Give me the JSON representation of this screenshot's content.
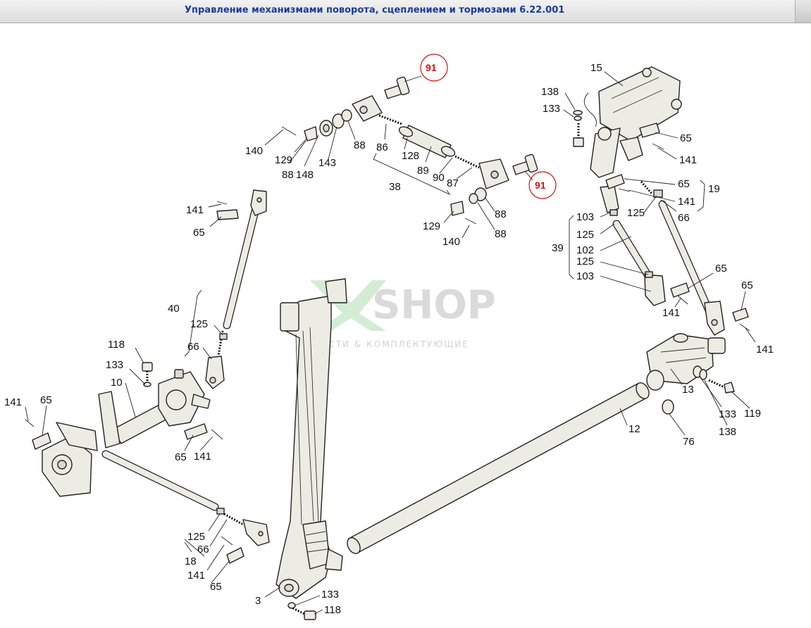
{
  "window": {
    "title": "Управление механизмами поворота, сцеплением и тормозами 6.22.001"
  },
  "watermark": {
    "brand": "SHOP",
    "tagline": "ЧАСТИ & КОМПЛЕКТУЮЩИЕ"
  },
  "callouts": [
    {
      "id": "c91a",
      "text": "91",
      "highlight": true
    },
    {
      "id": "c91b",
      "text": "91",
      "highlight": true
    },
    {
      "id": "c15",
      "text": "15"
    },
    {
      "id": "c138a",
      "text": "138"
    },
    {
      "id": "c133a",
      "text": "133"
    },
    {
      "id": "c65a",
      "text": "65"
    },
    {
      "id": "c141a",
      "text": "141"
    },
    {
      "id": "c65b",
      "text": "65"
    },
    {
      "id": "c141b",
      "text": "141"
    },
    {
      "id": "c141c",
      "text": "141"
    },
    {
      "id": "c19",
      "text": "19"
    },
    {
      "id": "c125a",
      "text": "125"
    },
    {
      "id": "c66a",
      "text": "66"
    },
    {
      "id": "c103a",
      "text": "103"
    },
    {
      "id": "c125b",
      "text": "125"
    },
    {
      "id": "c39",
      "text": "39"
    },
    {
      "id": "c102",
      "text": "102"
    },
    {
      "id": "c125c",
      "text": "125"
    },
    {
      "id": "c103b",
      "text": "103"
    },
    {
      "id": "c65c",
      "text": "65"
    },
    {
      "id": "c141d",
      "text": "141"
    },
    {
      "id": "c65d",
      "text": "65"
    },
    {
      "id": "c141e",
      "text": "141"
    },
    {
      "id": "c140a",
      "text": "140"
    },
    {
      "id": "c129a",
      "text": "129"
    },
    {
      "id": "c88a",
      "text": "88"
    },
    {
      "id": "c148",
      "text": "148"
    },
    {
      "id": "c143",
      "text": "143"
    },
    {
      "id": "c88b",
      "text": "88"
    },
    {
      "id": "c86",
      "text": "86"
    },
    {
      "id": "c128",
      "text": "128"
    },
    {
      "id": "c89",
      "text": "89"
    },
    {
      "id": "c90",
      "text": "90"
    },
    {
      "id": "c87",
      "text": "87"
    },
    {
      "id": "c38",
      "text": "38"
    },
    {
      "id": "c88c",
      "text": "88"
    },
    {
      "id": "c129b",
      "text": "129"
    },
    {
      "id": "c88d",
      "text": "88"
    },
    {
      "id": "c140b",
      "text": "140"
    },
    {
      "id": "c141f",
      "text": "141"
    },
    {
      "id": "c65e",
      "text": "65"
    },
    {
      "id": "c40",
      "text": "40"
    },
    {
      "id": "c125d",
      "text": "125"
    },
    {
      "id": "c66b",
      "text": "66"
    },
    {
      "id": "c118a",
      "text": "118"
    },
    {
      "id": "c133b",
      "text": "133"
    },
    {
      "id": "c10",
      "text": "10"
    },
    {
      "id": "c141g",
      "text": "141"
    },
    {
      "id": "c65f",
      "text": "65"
    },
    {
      "id": "c65g",
      "text": "65"
    },
    {
      "id": "c141h",
      "text": "141"
    },
    {
      "id": "c125e",
      "text": "125"
    },
    {
      "id": "c66c",
      "text": "66"
    },
    {
      "id": "c18",
      "text": "18"
    },
    {
      "id": "c141i",
      "text": "141"
    },
    {
      "id": "c65h",
      "text": "65"
    },
    {
      "id": "c3",
      "text": "3"
    },
    {
      "id": "c133c",
      "text": "133"
    },
    {
      "id": "c118b",
      "text": "118"
    },
    {
      "id": "c12",
      "text": "12"
    },
    {
      "id": "c13",
      "text": "13"
    },
    {
      "id": "c76",
      "text": "76"
    },
    {
      "id": "c133d",
      "text": "133"
    },
    {
      "id": "c138b",
      "text": "138"
    },
    {
      "id": "c119",
      "text": "119"
    }
  ]
}
